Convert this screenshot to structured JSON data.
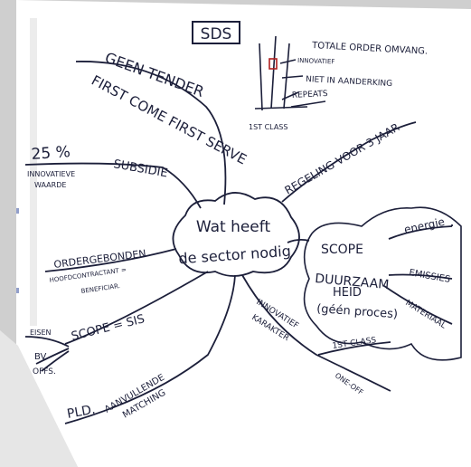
{
  "title": "SDS",
  "center": [
    "Wat heeft",
    "de sector nodig"
  ],
  "inset_chart": {
    "header": "TOTALE ORDER OMVANG.",
    "labels": [
      "INNOVATIEF",
      "NIET IN AANDERKING",
      "REPEATS",
      "1ST CLASS"
    ]
  },
  "branches": {
    "geen_tender": "GEEN TENDER",
    "first_come": "FIRST COME FIRST SERVE",
    "subsidie_value": "25 %",
    "subsidie_note": [
      "INNOVATIEVE",
      "WAARDE"
    ],
    "subsidie": "SUBSIDIE",
    "regeling": "REGELING VOOR 3 JAAR",
    "ordergebonden": "ORDERGEBONDEN",
    "hoofdcontractant": [
      "HOOFDCONTRACTANT =",
      "BENEFICIAR."
    ],
    "scope_sis": "SCOPE = SIS",
    "eisen": "EISEN",
    "bv": "BV",
    "offs": "OFFS.",
    "pld": "PLD.",
    "aanvullende": [
      "AANVULLENDE",
      "MATCHING"
    ],
    "innovatief": [
      "INNOVATIEF",
      "KARAKTER"
    ],
    "first_class": "1ST CLASS",
    "one_off": "ONE-OFF",
    "scope": "SCOPE",
    "duurzaamheid": [
      "DUURZAAM",
      "HEID"
    ],
    "geen_proces": "(géén proces)",
    "energie": "energie",
    "emissies": "EMISSIES",
    "materiaal": "MATERIAAL"
  }
}
